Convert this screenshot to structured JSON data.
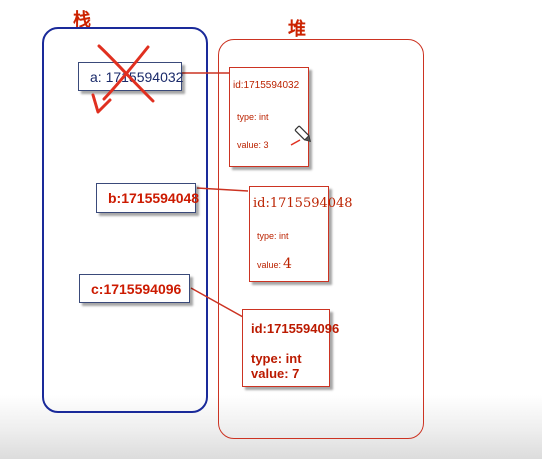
{
  "titles": {
    "stack": "栈",
    "heap": "堆"
  },
  "stack": {
    "a": "a: 1715594032",
    "b": "b:1715594048",
    "c": "c:1715594096"
  },
  "heap": {
    "obj1": {
      "id": "id:1715594032",
      "type": "type: int",
      "value": "value: 3"
    },
    "obj2": {
      "id": "id:1715594048",
      "type": "type: int",
      "value_label": "value:",
      "value_num": "4"
    },
    "obj3": {
      "id": "id:1715594096",
      "type": "type: int",
      "value": "value: 7"
    }
  },
  "colors": {
    "stack_border": "#1a2a9a",
    "heap_border": "#cc3322",
    "cross": "#e03020",
    "text_red": "#cc1a00"
  },
  "icons": {
    "cursor": "cursor-icon",
    "cross": "cross-mark-icon"
  }
}
